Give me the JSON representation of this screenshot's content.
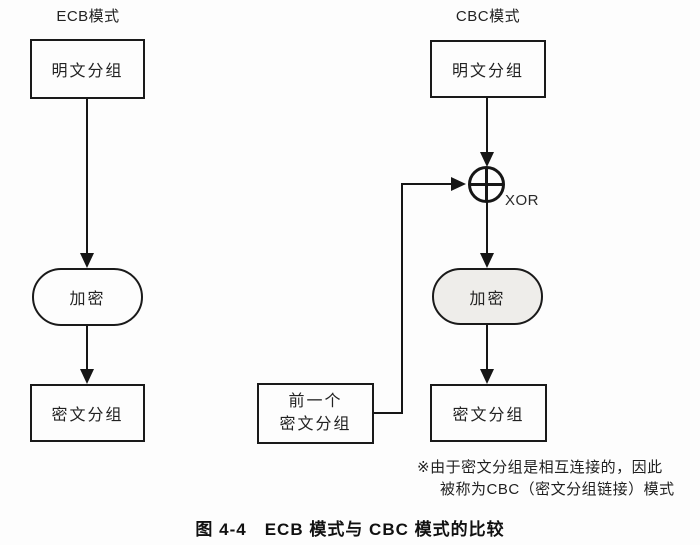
{
  "figure": {
    "caption": "图 4-4　ECB 模式与 CBC 模式的比较"
  },
  "ecb": {
    "title": "ECB模式",
    "plaintext_block": "明文分组",
    "encrypt": "加密",
    "ciphertext_block": "密文分组"
  },
  "cbc": {
    "title": "CBC模式",
    "plaintext_block": "明文分组",
    "xor_label": "XOR",
    "encrypt": "加密",
    "ciphertext_block": "密文分组",
    "previous_block_line1": "前一个",
    "previous_block_line2": "密文分组"
  },
  "note": {
    "line1": "※由于密文分组是相互连接的，因此",
    "line2": "被称为CBC（密文分组链接）模式"
  },
  "colors": {
    "stroke": "#161616",
    "background": "#fdfdfd",
    "cbc_encrypt_fill": "#eeedea"
  }
}
